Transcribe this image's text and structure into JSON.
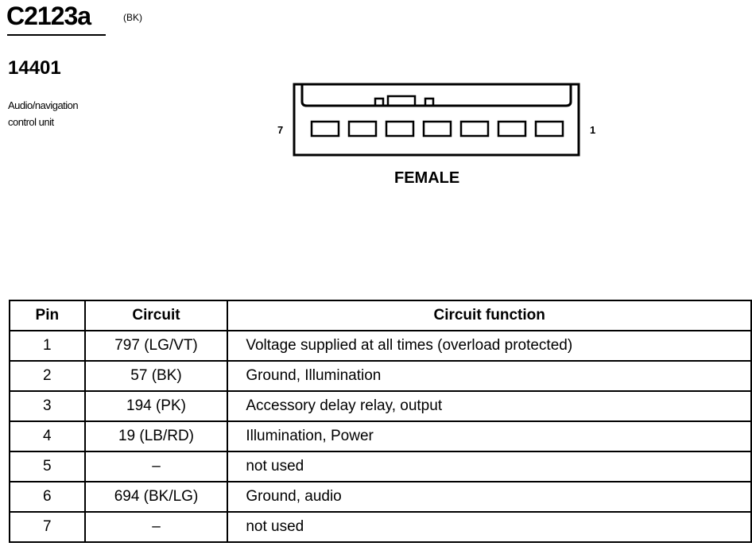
{
  "header": {
    "connector_id": "C2123a",
    "connector_color": "(BK)",
    "part_number": "14401",
    "part_description": [
      "Audio/navigation",
      "control unit"
    ]
  },
  "connector": {
    "pin_left_label": "7",
    "pin_right_label": "1",
    "gender": "FEMALE",
    "pin_count": 7
  },
  "table": {
    "headers": [
      "Pin",
      "Circuit",
      "Circuit function"
    ],
    "rows": [
      {
        "pin": "1",
        "circuit": "797 (LG/VT)",
        "function": "Voltage supplied at all times (overload protected)"
      },
      {
        "pin": "2",
        "circuit": "57 (BK)",
        "function": "Ground, Illumination"
      },
      {
        "pin": "3",
        "circuit": "194 (PK)",
        "function": "Accessory delay relay, output"
      },
      {
        "pin": "4",
        "circuit": "19 (LB/RD)",
        "function": "Illumination, Power"
      },
      {
        "pin": "5",
        "circuit": "–",
        "function": "not used"
      },
      {
        "pin": "6",
        "circuit": "694 (BK/LG)",
        "function": "Ground, audio"
      },
      {
        "pin": "7",
        "circuit": "–",
        "function": "not used"
      }
    ]
  }
}
